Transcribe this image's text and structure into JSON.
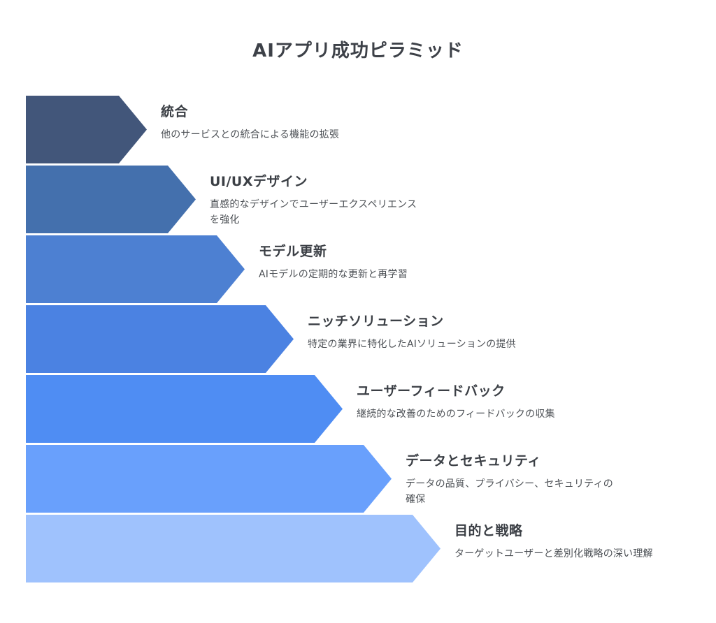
{
  "title": "AIアプリ成功ピラミッド",
  "layers": [
    {
      "label": "統合",
      "description": "他のサービスとの統合による機能の拡張",
      "color": "#42567a"
    },
    {
      "label": "UI/UXデザイン",
      "description": "直感的なデザインでユーザーエクスペリエンスを強化",
      "color": "#4470ad"
    },
    {
      "label": "モデル更新",
      "description": "AIモデルの定期的な更新と再学習",
      "color": "#4d80d2"
    },
    {
      "label": "ニッチソリューション",
      "description": "特定の業界に特化したAIソリューションの提供",
      "color": "#4b82e2"
    },
    {
      "label": "ユーザーフィードバック",
      "description": "継続的な改善のためのフィードバックの収集",
      "color": "#4f8df3"
    },
    {
      "label": "データとセキュリティ",
      "description": "データの品質、プライバシー、セキュリティの確保",
      "color": "#69a0fc"
    },
    {
      "label": "目的と戦略",
      "description": "ターゲットユーザーと差別化戦略の深い理解",
      "color": "#9fc2fd"
    }
  ]
}
